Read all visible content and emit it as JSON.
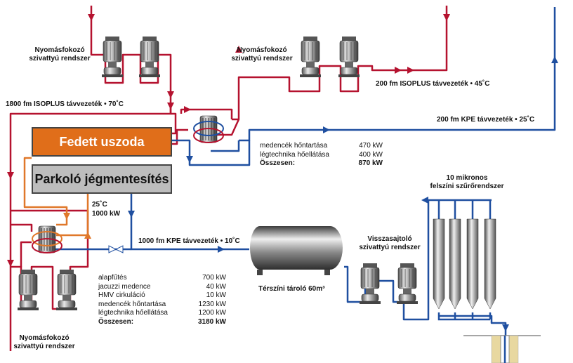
{
  "boxes": {
    "fedett_uszoda": "Fedett uszoda",
    "parkolo": "Parkoló jégmentesítés"
  },
  "labels": {
    "pump_left_top": [
      "Nyomásfokozó",
      "szivattyú rendszer"
    ],
    "pump_mid_top": [
      "Nyomásfokozó",
      "szivattyú rendszer"
    ],
    "pump_bottom_left": [
      "Nyomásfokozó",
      "szivattyú rendszer"
    ],
    "pipe_1800": "1800 fm ISOPLUS távvezeték • 70˚C",
    "pipe_200_isoplus": "200 fm ISOPLUS távvezeték • 45˚C",
    "pipe_200_kpe": "200 fm KPE távvezeték • 25˚C",
    "pipe_1000_kpe": "1000 fm KPE távvezeték • 10˚C",
    "temp_25": "25˚C",
    "power_1000": "1000 kW",
    "tank": "Térszíni tároló 60m³",
    "reinjection": [
      "Visszasajtoló",
      "szivattyú rendszer"
    ],
    "filter": [
      "10 mikronos",
      "felszíni szűrőrendszer"
    ]
  },
  "table_top": {
    "rows": [
      {
        "name": "medencék hőntartása",
        "value": "470 kW"
      },
      {
        "name": "légtechnika hőellátása",
        "value": "400 kW"
      }
    ],
    "total": {
      "name": "Összesen:",
      "value": "870 kW"
    }
  },
  "table_bottom": {
    "rows": [
      {
        "name": "alapfűtés",
        "value": "700 kW"
      },
      {
        "name": "jacuzzi medence",
        "value": "40 kW"
      },
      {
        "name": "HMV cirkuláció",
        "value": "10 kW"
      },
      {
        "name": "medencék hőntartása",
        "value": "1230 kW"
      },
      {
        "name": "légtechnika hőellátása",
        "value": "1200 kW"
      }
    ],
    "total": {
      "name": "Összesen:",
      "value": "3180 kW"
    }
  },
  "colors": {
    "hot_pipe": "#b5122f",
    "cold_pipe": "#1f4fa0",
    "warm_pipe": "#e0782a",
    "pool_box": "#e06e1a",
    "parking_box": "#bdbdbd"
  }
}
